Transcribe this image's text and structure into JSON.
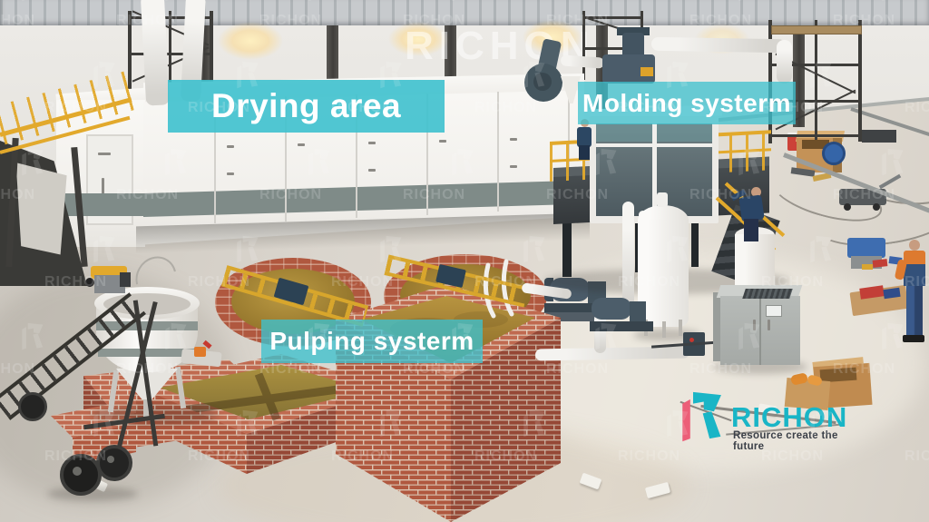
{
  "labels": {
    "drying_area": "Drying area",
    "molding_system": "Molding systerm",
    "pulping_system": "Pulping systerm"
  },
  "watermark": {
    "text": "RICHON"
  },
  "logo": {
    "brand": "RICHON",
    "tagline": "Resource create the future",
    "teal": "#19b5c6",
    "pink": "#ec5f78"
  },
  "colors": {
    "label_teal": "#3ec1ce",
    "railing_yellow": "#e2a92c",
    "brick_red": "#b0583f",
    "pulp_liquid": "#b09038",
    "machine_white": "#f6f5f2",
    "platform_dark": "#3c4245",
    "worker_navy": "#2a4566",
    "wall_gray": "#e9e7e3",
    "floor_gray": "#d9d4cc"
  }
}
